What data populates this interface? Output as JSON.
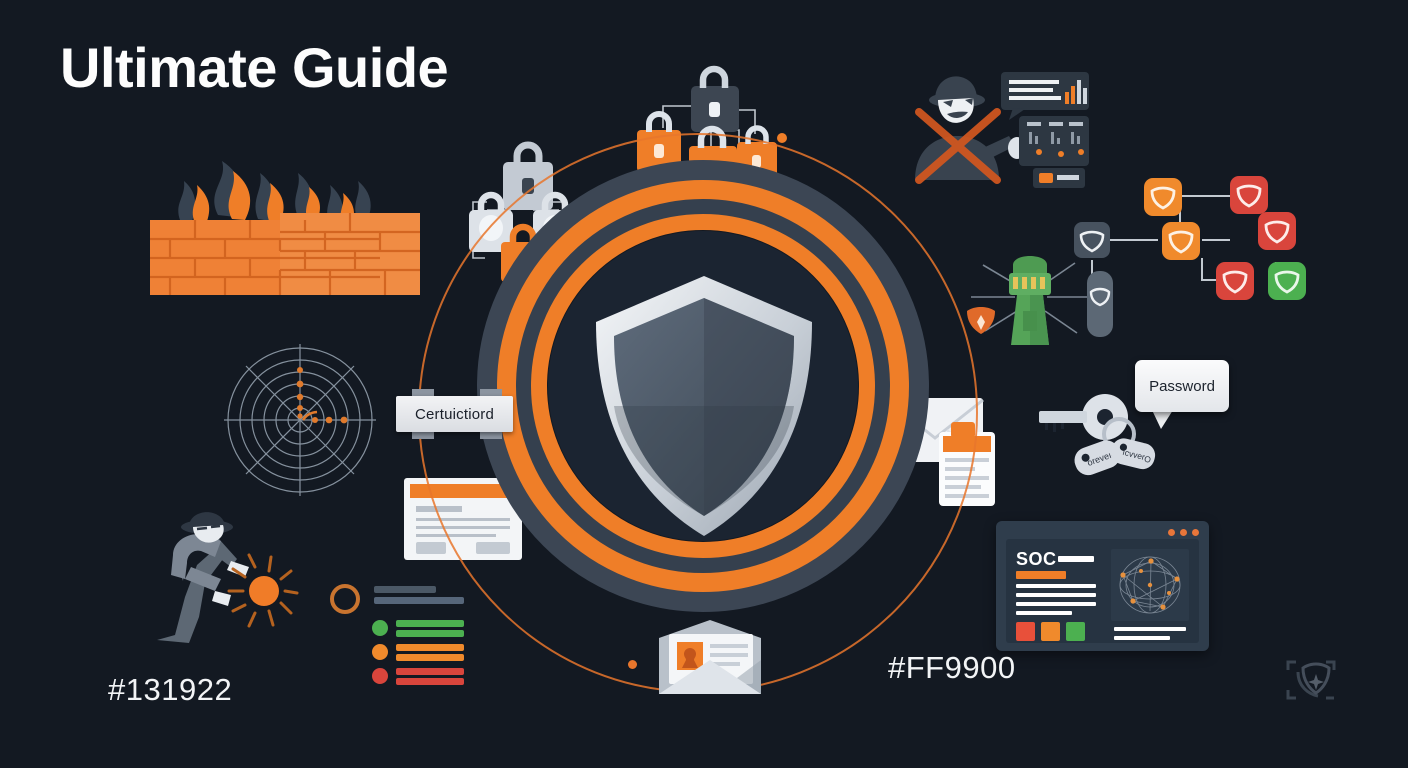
{
  "page": {
    "background_color": "#131922",
    "accent_color": "#FF9900",
    "title": "Ultimate Guide"
  },
  "labels": {
    "hex_dark": "#131922",
    "hex_orange": "#FF9900",
    "certificate_badge": "Certuictiord",
    "password_bubble": "Password"
  },
  "soc_panel": {
    "title": "SOC",
    "status_squares": [
      "#e8503a",
      "#f08a2c",
      "#4cb050"
    ],
    "accent_bar_color": "#ef7e28"
  },
  "legend": {
    "items": [
      {
        "color": "#4cb050",
        "name": "green-status"
      },
      {
        "color": "#f08a2c",
        "name": "orange-status"
      },
      {
        "color": "#d9453c",
        "name": "red-status"
      }
    ],
    "ring_color": "#c9742f"
  },
  "rings": {
    "colors": [
      "#e8762c",
      "#3c4654",
      "#ef7e28",
      "#35404e",
      "#ef7e28"
    ],
    "core_color": "#1b2431"
  },
  "icons": {
    "firewall": "firewall-brick-wall-icon",
    "radar": "radar-scope-icon",
    "thief": "thief-figure-icon",
    "hacker": "hacker-blocked-icon",
    "lock_cluster_left": "padlock-cluster-silver-icon",
    "lock_cluster_right": "padlock-cluster-orange-icon",
    "shield_network": "shield-network-nodes-icon",
    "tower": "security-tower-icon",
    "envelope_clipboard": "email-clipboard-icon",
    "document_card": "document-card-icon",
    "id_envelope": "id-card-envelope-icon",
    "keys": "keys-with-tags-icon",
    "shield_center": "central-shield-icon",
    "watermark": "image-shield-watermark-icon"
  },
  "network_nodes": {
    "colors": [
      "#f08a2c",
      "#d9453c",
      "#f08a2c",
      "#d9453c",
      "#d9453c",
      "#4cb050",
      "#47525f"
    ]
  }
}
